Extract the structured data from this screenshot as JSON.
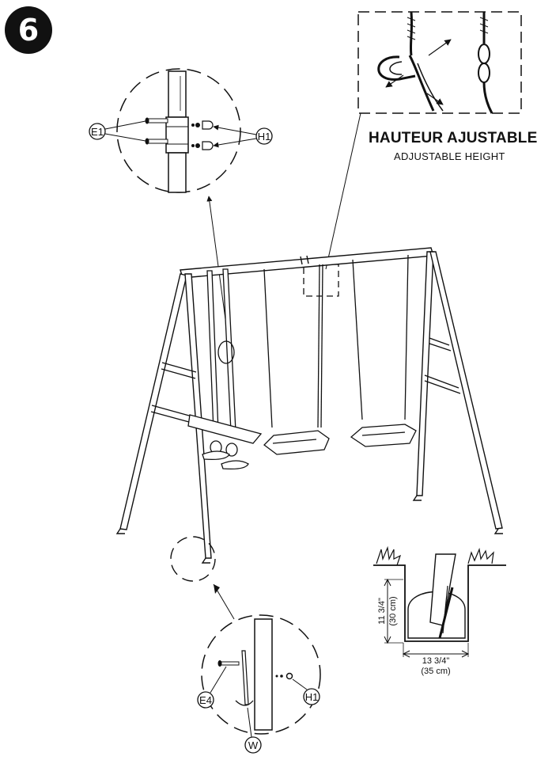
{
  "step": {
    "number": "6"
  },
  "adjustable_height": {
    "title_fr": "HAUTEUR AJUSTABLE",
    "title_en": "ADJUSTABLE HEIGHT"
  },
  "parts": {
    "e1": "E1",
    "h1_top": "H1",
    "e4": "E4",
    "h1_bottom": "H1",
    "w": "W"
  },
  "dimensions": {
    "depth_in": "11 3/4\"",
    "depth_cm": "(30 cm)",
    "width_in": "13 3/4\"",
    "width_cm": "(35 cm)"
  }
}
